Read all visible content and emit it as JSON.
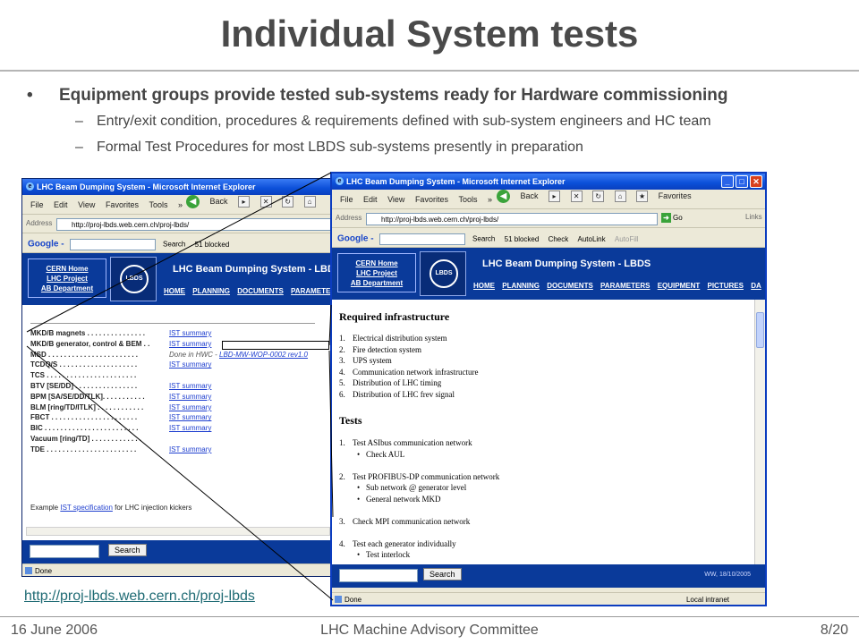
{
  "slide": {
    "title": "Individual System tests",
    "bullet": "Equipment groups provide tested sub-systems ready for Hardware commissioning",
    "subbullets": [
      "Entry/exit condition, procedures & requirements defined with sub-system engineers and HC team",
      "Formal Test Procedures for most LBDS sub-systems presently in preparation"
    ],
    "url": "http://proj-lbds.web.cern.ch/proj-lbds",
    "bullet_glyph": "•",
    "dash_glyph": "–"
  },
  "footer": {
    "date": "16 June 2006",
    "event": "LHC Machine Advisory Committee",
    "page": "8/20"
  },
  "browser_common": {
    "window_title": "LHC Beam Dumping System - Microsoft Internet Explorer",
    "menu": [
      "File",
      "Edit",
      "View",
      "Favorites",
      "Tools"
    ],
    "menu_more": "»",
    "back_label": "Back",
    "address_label": "Address",
    "address_url": "http://proj-lbds.web.cern.ch/proj-lbds/",
    "go_label": "Go",
    "links_label": "Links",
    "google_label": "Google -",
    "google_search": "Search",
    "popups_blocked": "51 blocked",
    "check_label": "Check",
    "autolink_label": "AutoLink",
    "autofill_label": "AutoFill",
    "quicklinks": [
      "CERN Home",
      "LHC Project",
      "AB Department"
    ],
    "logo_text": "LBDS",
    "site_title": "LHC Beam Dumping System - LBDS",
    "nav": [
      "HOME",
      "PLANNING",
      "DOCUMENTS",
      "PARAMETERS",
      "EQUIPMENT",
      "PICTURES",
      "DA"
    ],
    "search_button": "Search",
    "status_done": "Done",
    "status_zone": "Local intranet",
    "update_note": "WW, 18/10/2005",
    "icons": {
      "back": "back-arrow-icon",
      "forward": "forward-arrow-icon",
      "stop": "stop-icon",
      "refresh": "refresh-icon",
      "home": "home-icon",
      "favorites": "star-icon",
      "ie": "ie-logo-icon"
    }
  },
  "ist_page": {
    "rows": [
      {
        "name": "MKD/B magnets . . . . . . . . . . . . . . .",
        "value": "IST summary",
        "link": true
      },
      {
        "name": "MKD/B generator, control & BEM . .",
        "value": "IST summary",
        "link": true
      },
      {
        "name": "MSD . . . . . . . . . . . . . . . . . . . . . . .",
        "value": "Done in HWC - ",
        "extra": "LBD-MW-WOP-0002 rev1.0",
        "link": false
      },
      {
        "name": "TCDQ/S . . . . . . . . . . . . . . . . . . . .",
        "value": "IST summary",
        "link": true
      },
      {
        "name": "TCS . . . . . . . . . . . . . . . . . . . . . . .",
        "value": "",
        "link": false
      },
      {
        "name": "BTV [SE/DD] . . . . . . . . . . . . . . . .",
        "value": "IST summary",
        "link": true
      },
      {
        "name": "BPM [SA/SE/DD/TLK]. . . . . . . . . . .",
        "value": "IST summary",
        "link": true
      },
      {
        "name": "BLM [ring/TD/ITLK] . . . . . . . . . . . .",
        "value": "IST summary",
        "link": true
      },
      {
        "name": "FBCT . . . . . . . . . . . . . . . . . . . . . .",
        "value": "IST summary",
        "link": true
      },
      {
        "name": "BIC . . . . . . . . . . . . . . . . . . . . . . . .",
        "value": "IST summary",
        "link": true
      },
      {
        "name": "Vacuum [ring/TD] . . . . . . . . . . . . .",
        "value": "",
        "link": false
      },
      {
        "name": "TDE . . . . . . . . . . . . . . . . . . . . . . .",
        "value": "IST summary",
        "link": true
      }
    ],
    "example_pre": "Example ",
    "example_link": "IST specification",
    "example_post": " for LHC injection kickers"
  },
  "infra_page": {
    "heading_required": "Required infrastructure",
    "required": [
      {
        "n": "1.",
        "text": "Electrical distribution system"
      },
      {
        "n": "2.",
        "text": "Fire detection system"
      },
      {
        "n": "3.",
        "text": "UPS system"
      },
      {
        "n": "4.",
        "text": "Communication network infrastructure"
      },
      {
        "n": "5.",
        "text": "Distribution of LHC timing"
      },
      {
        "n": "6.",
        "text": "Distribution of LHC frev signal"
      }
    ],
    "heading_tests": "Tests",
    "tests": [
      {
        "n": "1.",
        "text": "Test ASIbus communication network",
        "subs": [
          "Check AUL"
        ]
      },
      {
        "n": "2.",
        "text": "Test PROFIBUS-DP communication network",
        "subs": [
          "Sub network @ generator level",
          "General network MKD"
        ]
      },
      {
        "n": "3.",
        "text": "Check MPI communication network",
        "subs": []
      },
      {
        "n": "4.",
        "text": "Test each generator individually",
        "subs": [
          "Test interlock"
        ]
      }
    ],
    "sub_bullet_glyph": "•"
  }
}
